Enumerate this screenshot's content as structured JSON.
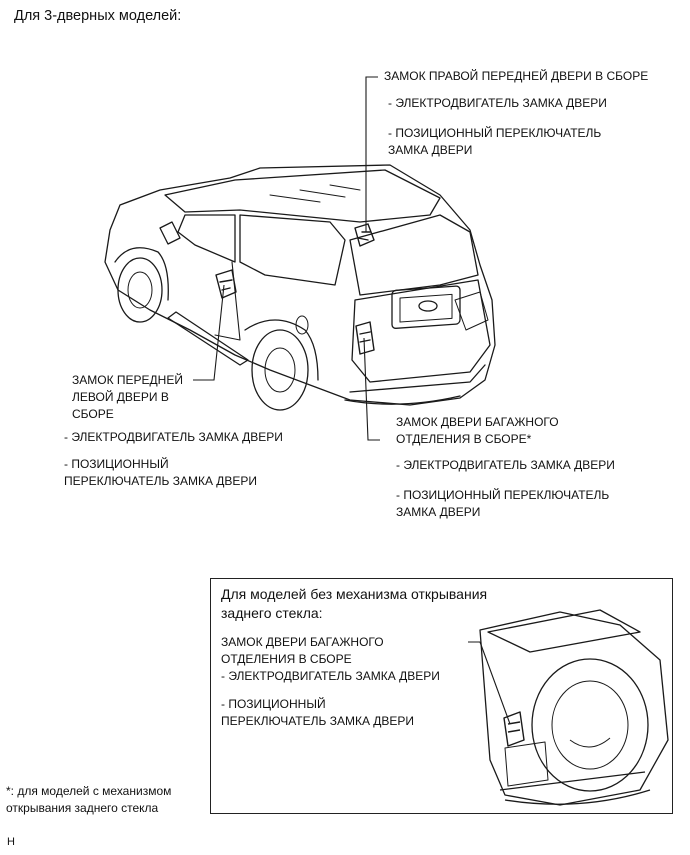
{
  "header": {
    "title": "Для 3-дверных моделей:"
  },
  "callouts": {
    "front_right": {
      "title": "ЗАМОК ПРАВОЙ ПЕРЕДНЕЙ ДВЕРИ В СБОРЕ",
      "motor": "- ЭЛЕКТРОДВИГАТЕЛЬ ЗАМКА ДВЕРИ",
      "switch": "- ПОЗИЦИОННЫЙ ПЕРЕКЛЮЧАТЕЛЬ\nЗАМКА ДВЕРИ"
    },
    "front_left": {
      "title": "ЗАМОК ПЕРЕДНЕЙ\nЛЕВОЙ ДВЕРИ В\nСБОРЕ",
      "motor": "- ЭЛЕКТРОДВИГАТЕЛЬ ЗАМКА ДВЕРИ",
      "switch": "- ПОЗИЦИОННЫЙ\nПЕРЕКЛЮЧАТЕЛЬ ЗАМКА ДВЕРИ"
    },
    "back_door": {
      "title": "ЗАМОК ДВЕРИ БАГАЖНОГО\nОТДЕЛЕНИЯ В СБОРЕ*",
      "motor": "- ЭЛЕКТРОДВИГАТЕЛЬ ЗАМКА ДВЕРИ",
      "switch": "- ПОЗИЦИОННЫЙ ПЕРЕКЛЮЧАТЕЛЬ\nЗАМКА ДВЕРИ"
    }
  },
  "inset": {
    "title": "Для моделей без механизма открывания\nзаднего стекла:",
    "lock_title": "ЗАМОК ДВЕРИ БАГАЖНОГО\nОТДЕЛЕНИЯ В СБОРЕ",
    "motor": "- ЭЛЕКТРОДВИГАТЕЛЬ ЗАМКА ДВЕРИ",
    "switch": "- ПОЗИЦИОННЫЙ\nПЕРЕКЛЮЧАТЕЛЬ ЗАМКА ДВЕРИ"
  },
  "footnote": "*: для моделей с механизмом\nоткрывания заднего стекла",
  "figure_code": "H",
  "colors": {
    "line": "#1a1a1a",
    "background": "#ffffff"
  }
}
